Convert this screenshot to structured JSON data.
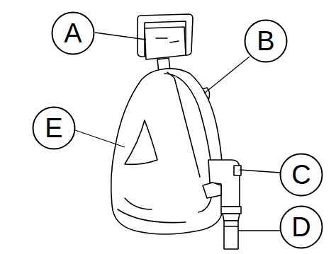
{
  "diagram": {
    "nodes": [
      {
        "text": [
          "A"
        ]
      },
      {
        "text": [
          "B"
        ]
      },
      {
        "text": [
          "E"
        ]
      },
      {
        "text": [
          "C"
        ]
      },
      {
        "text": [
          "D"
        ]
      }
    ]
  }
}
